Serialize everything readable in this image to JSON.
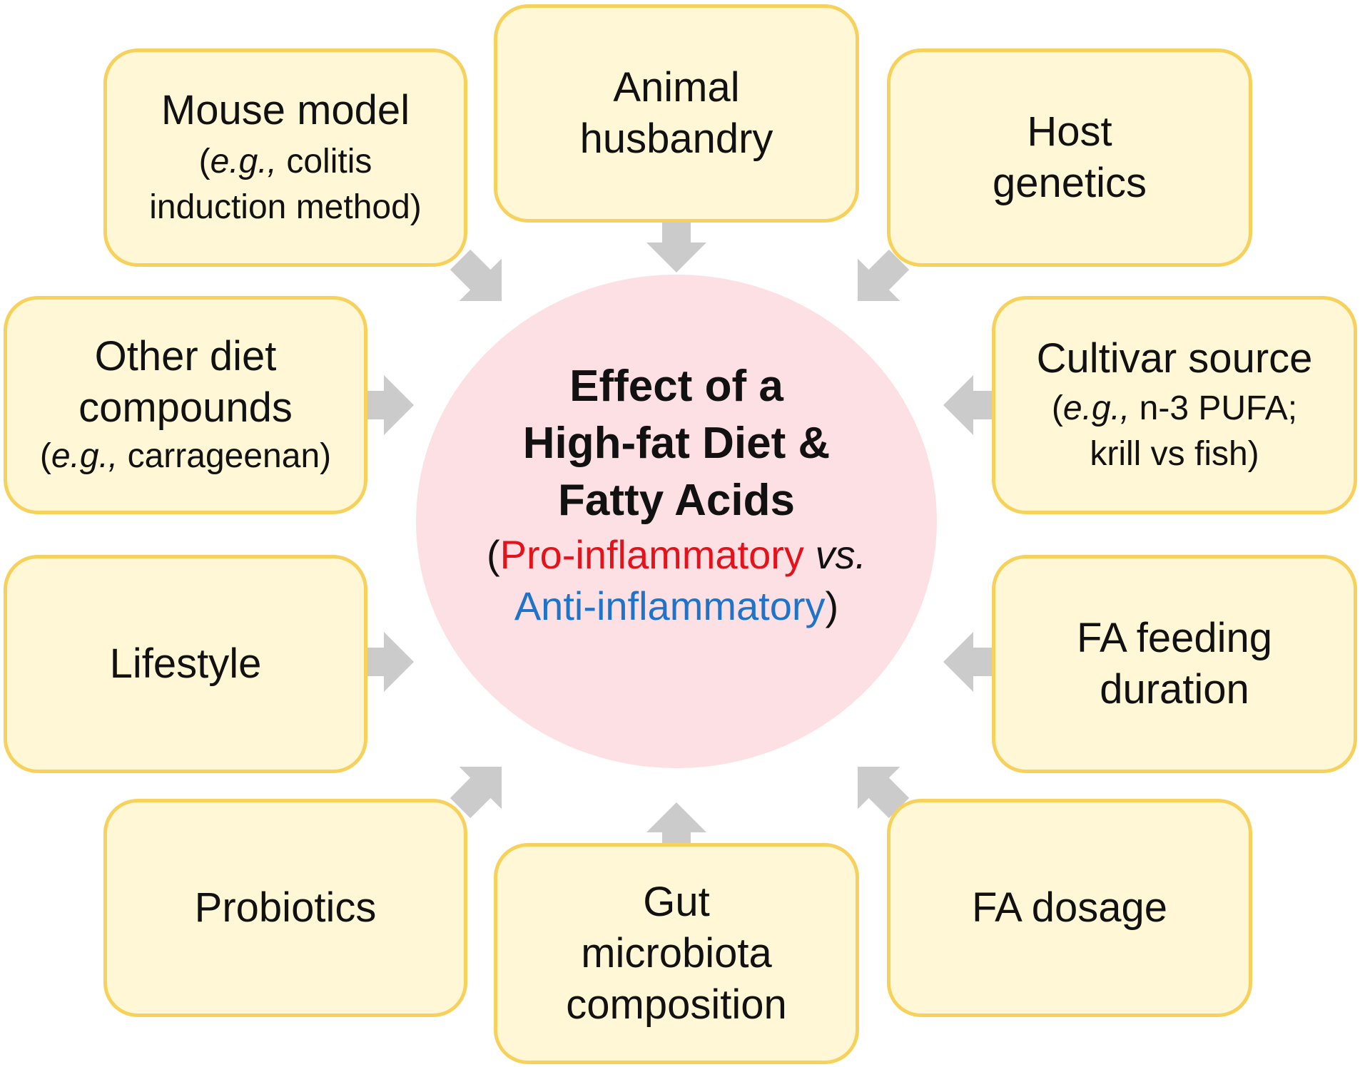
{
  "diagram": {
    "center": {
      "title_line1": "Effect of a",
      "title_line2": "High-fat Diet &",
      "title_line3": "Fatty Acids",
      "paren_open": "(",
      "pro_label": "Pro-inflammatory",
      "vs_label": " vs.",
      "anti_label": "Anti-inflammatory",
      "paren_close": ")",
      "fill_color": "#fde0e3",
      "pro_color": "#e3121b",
      "anti_color": "#1f73c8"
    },
    "factors": {
      "mouse_model": {
        "line1": "Mouse model",
        "sub_open": "(",
        "sub_italic": "e.g.,",
        "sub_rest": " colitis",
        "line3": "induction method)"
      },
      "animal_husbandry": {
        "line1": "Animal",
        "line2": "husbandry"
      },
      "host_genetics": {
        "line1": "Host",
        "line2": "genetics"
      },
      "other_diet": {
        "line1": "Other diet",
        "line2": "compounds",
        "sub_open": "(",
        "sub_italic": "e.g.,",
        "sub_rest": " carrageenan)"
      },
      "cultivar_source": {
        "line1": "Cultivar source",
        "sub_open": "(",
        "sub_italic": "e.g.,",
        "sub_rest": " n-3 PUFA;",
        "line3": "krill vs fish)"
      },
      "lifestyle": {
        "line1": "Lifestyle"
      },
      "fa_feeding_duration": {
        "line1": "FA feeding",
        "line2": "duration"
      },
      "probiotics": {
        "line1": "Probiotics"
      },
      "gut_microbiota": {
        "line1": "Gut",
        "line2": "microbiota",
        "line3": "composition"
      },
      "fa_dosage": {
        "line1": "FA dosage"
      }
    },
    "style": {
      "box_fill": "#fff7d6",
      "box_border": "#f6d25c",
      "arrow_color": "#cbcbcb"
    }
  }
}
